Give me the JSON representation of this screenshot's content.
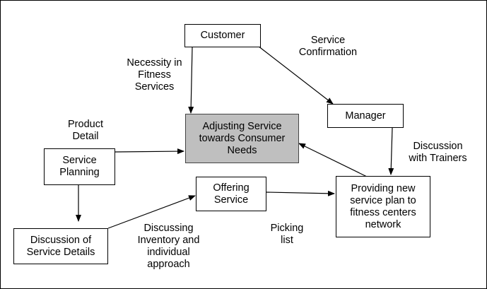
{
  "nodes": {
    "customer": "Customer",
    "manager": "Manager",
    "central": "Adjusting Service\ntowards Consumer\nNeeds",
    "service_planning": "Service\nPlanning",
    "discussion_details": "Discussion of\nService Details",
    "offering_service": "Offering\nService",
    "providing_plan": "Providing new\nservice plan to\nfitness centers\nnetwork"
  },
  "edge_labels": {
    "necessity": "Necessity in\nFitness\nServices",
    "service_confirmation": "Service\nConfirmation",
    "product_detail": "Product\nDetail",
    "discussion_trainers": "Discussion\nwith Trainers",
    "discussing_inventory": "Discussing\nInventory and\nindividual\napproach",
    "picking_list": "Picking\nlist"
  }
}
